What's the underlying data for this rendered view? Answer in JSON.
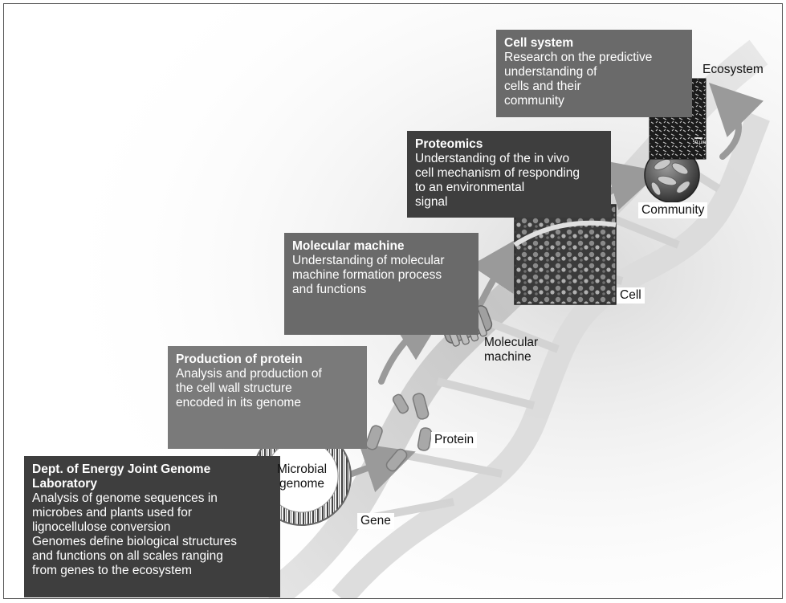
{
  "boxes": {
    "doe": {
      "title": "Dept. of Energy Joint Genome\nLaboratory",
      "body": "Analysis of genome sequences in\nmicrobes and plants used for\nlignocellulose conversion\nGenomes define biological structures\nand functions on all scales ranging\nfrom genes to the ecosystem"
    },
    "production": {
      "title": "Production of protein",
      "body": "Analysis and production of\nthe cell wall structure\nencoded in its genome"
    },
    "molecular": {
      "title": "Molecular machine",
      "body": "Understanding of molecular\nmachine formation process\nand functions"
    },
    "proteomics": {
      "title": "Proteomics",
      "body": "Understanding of the in vivo\ncell mechanism of responding\nto an environmental\nsignal"
    },
    "cellsystem": {
      "title": "Cell system",
      "body": "Research on the predictive\nunderstanding of\ncells and their\ncommunity"
    }
  },
  "labels": {
    "microbial_genome": "Microbial\ngenome",
    "gene": "Gene",
    "protein": "Protein",
    "molecular_machine": "Molecular\nmachine",
    "cell": "Cell",
    "community": "Community",
    "ecosystem": "Ecosystem",
    "scale_bar": "50 µm"
  },
  "colors": {
    "box_dark": "#3e3e3e",
    "box_mid": "#6a6a6a",
    "box_light": "#7a7a7a",
    "arrow": "#9a9a9a",
    "helix": "#cfcfcf"
  }
}
